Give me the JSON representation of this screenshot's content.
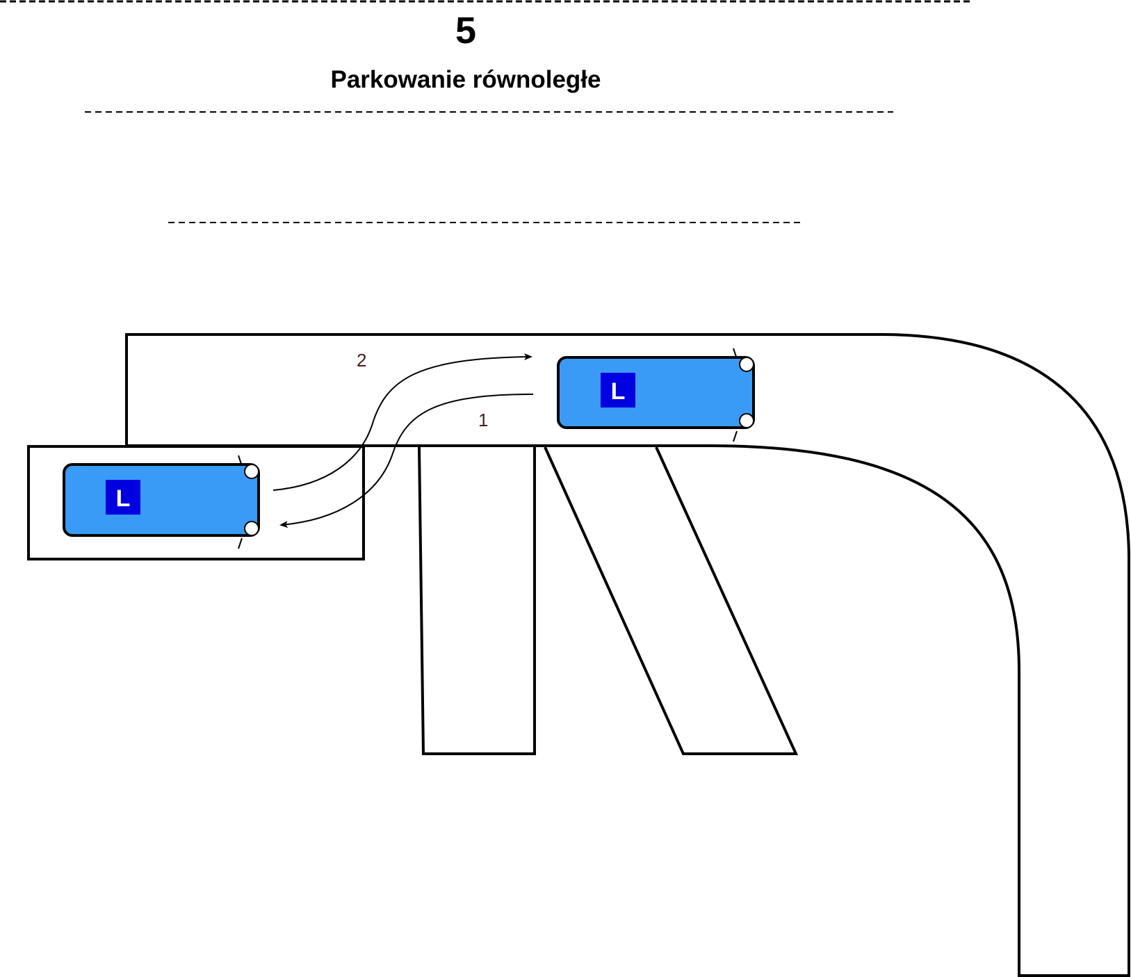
{
  "header": {
    "number": "5",
    "title": "Parkowanie równoległe"
  },
  "route_labels": {
    "route_1": "1",
    "route_2": "2"
  },
  "cars": {
    "parked_car_letter": "L",
    "moving_car_letter": "L"
  },
  "colors": {
    "car_body": "#3a9bf7",
    "l_plate": "#0000e0",
    "route_label": "#4a1a1a",
    "lines": "#000000"
  }
}
